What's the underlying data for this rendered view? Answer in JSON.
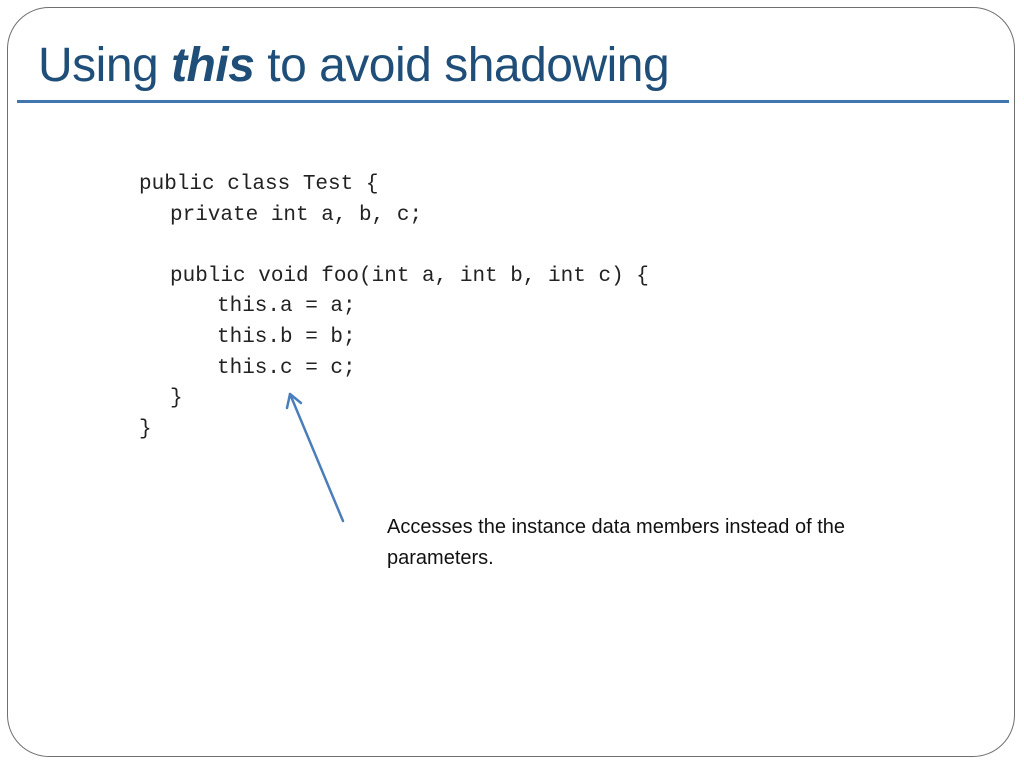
{
  "slide": {
    "title_prefix": "Using ",
    "title_keyword": "this",
    "title_suffix": " to avoid shadowing",
    "code_lines": [
      "public class Test {",
      "private int a, b, c;",
      "",
      "public void foo(int a, int b, int c) {",
      "this.a = a;",
      "this.b = b;",
      "this.c = c;",
      "}",
      "}"
    ],
    "callout": "Accesses the instance data members instead of the parameters."
  },
  "colors": {
    "title": "#1f4e79",
    "rule": "#3f76ad",
    "arrow": "#4a7ebb"
  }
}
